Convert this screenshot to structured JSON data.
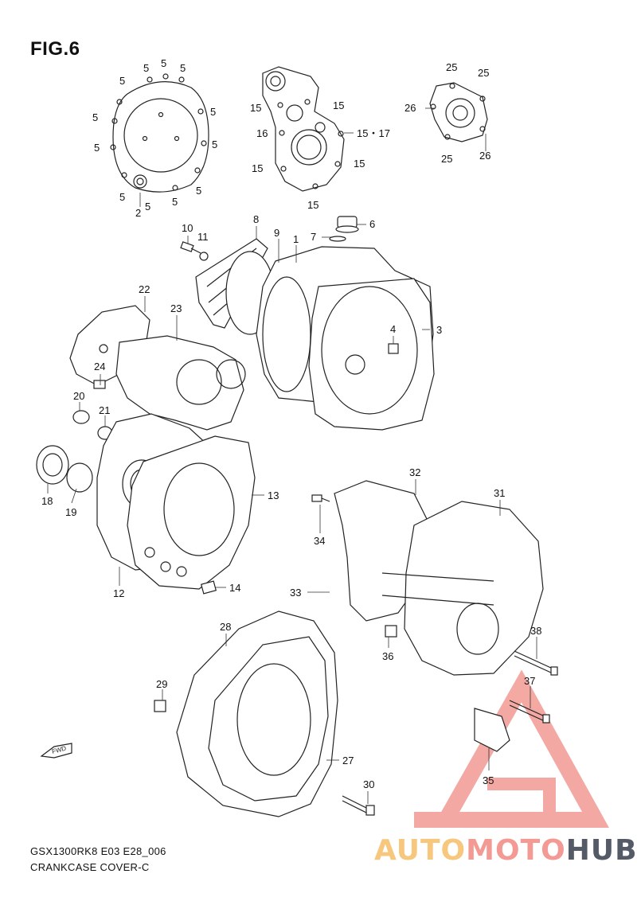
{
  "figure": {
    "title": "FIG.6",
    "footer_model": "GSX1300RK8 E03 E28_006",
    "footer_name": "CRANKCASE COVER-C",
    "fwd_label": "FWD"
  },
  "watermark": {
    "part_a": "AUTO",
    "part_b": "MOTO",
    "part_c": "HUB",
    "color_a": "#f6c77c",
    "color_b": "#f29a93",
    "color_c": "#555b66"
  },
  "callouts": [
    {
      "id": "c5a",
      "text": "5"
    },
    {
      "id": "c5b",
      "text": "5"
    },
    {
      "id": "c5c",
      "text": "5"
    },
    {
      "id": "c5d",
      "text": "5"
    },
    {
      "id": "c5e",
      "text": "5"
    },
    {
      "id": "c5f",
      "text": "5"
    },
    {
      "id": "c5g",
      "text": "5"
    },
    {
      "id": "c5h",
      "text": "5"
    },
    {
      "id": "c5i",
      "text": "5"
    },
    {
      "id": "c5j",
      "text": "5"
    },
    {
      "id": "c5k",
      "text": "5"
    },
    {
      "id": "c5l",
      "text": "5"
    },
    {
      "id": "c2",
      "text": "2"
    },
    {
      "id": "c15a",
      "text": "15"
    },
    {
      "id": "c15b",
      "text": "15"
    },
    {
      "id": "c16",
      "text": "16"
    },
    {
      "id": "c1517",
      "text": "15・17"
    },
    {
      "id": "c15c",
      "text": "15"
    },
    {
      "id": "c15d",
      "text": "15"
    },
    {
      "id": "c15e",
      "text": "15"
    },
    {
      "id": "c25a",
      "text": "25"
    },
    {
      "id": "c25b",
      "text": "25"
    },
    {
      "id": "c26a",
      "text": "26"
    },
    {
      "id": "c25c",
      "text": "25"
    },
    {
      "id": "c26b",
      "text": "26"
    },
    {
      "id": "c10",
      "text": "10"
    },
    {
      "id": "c11",
      "text": "11"
    },
    {
      "id": "c8",
      "text": "8"
    },
    {
      "id": "c9",
      "text": "9"
    },
    {
      "id": "c1",
      "text": "1"
    },
    {
      "id": "c7",
      "text": "7"
    },
    {
      "id": "c6",
      "text": "6"
    },
    {
      "id": "c3",
      "text": "3"
    },
    {
      "id": "c4",
      "text": "4"
    },
    {
      "id": "c22",
      "text": "22"
    },
    {
      "id": "c23",
      "text": "23"
    },
    {
      "id": "c24",
      "text": "24"
    },
    {
      "id": "c20",
      "text": "20"
    },
    {
      "id": "c21",
      "text": "21"
    },
    {
      "id": "c18",
      "text": "18"
    },
    {
      "id": "c19",
      "text": "19"
    },
    {
      "id": "c13",
      "text": "13"
    },
    {
      "id": "c12",
      "text": "12"
    },
    {
      "id": "c14",
      "text": "14"
    },
    {
      "id": "c32",
      "text": "32"
    },
    {
      "id": "c31",
      "text": "31"
    },
    {
      "id": "c34",
      "text": "34"
    },
    {
      "id": "c33",
      "text": "33"
    },
    {
      "id": "c36",
      "text": "36"
    },
    {
      "id": "c38",
      "text": "38"
    },
    {
      "id": "c37",
      "text": "37"
    },
    {
      "id": "c35",
      "text": "35"
    },
    {
      "id": "c28",
      "text": "28"
    },
    {
      "id": "c29",
      "text": "29"
    },
    {
      "id": "c27",
      "text": "27"
    },
    {
      "id": "c30",
      "text": "30"
    }
  ]
}
